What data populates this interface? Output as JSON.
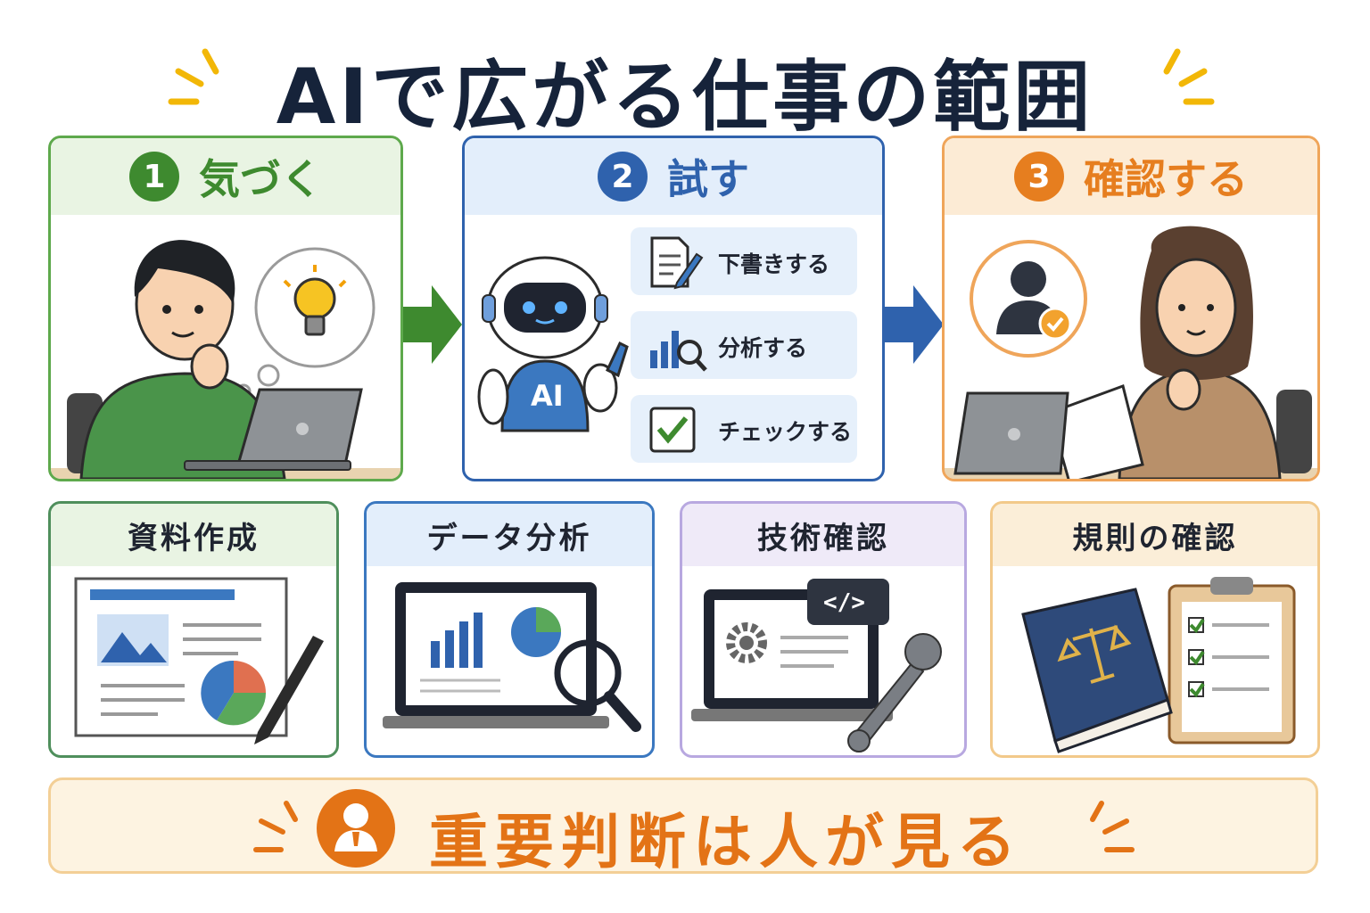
{
  "title": "AIで広がる仕事の範囲",
  "steps": [
    {
      "number": "1",
      "label": "気づく",
      "color": "#3e8a2f",
      "head_bg": "#e9f4e3"
    },
    {
      "number": "2",
      "label": "試す",
      "color": "#2f62ad",
      "head_bg": "#e3eefb",
      "tasks": [
        "下書きする",
        "分析する",
        "チェックする"
      ],
      "robot_badge": "AI"
    },
    {
      "number": "3",
      "label": "確認する",
      "color": "#e67e1f",
      "head_bg": "#fcebd5"
    }
  ],
  "cards": [
    {
      "label": "資料作成",
      "color": "#4f8f5c"
    },
    {
      "label": "データ分析",
      "color": "#3b78c0"
    },
    {
      "label": "技術確認",
      "color": "#8f7ac4"
    },
    {
      "label": "規則の確認",
      "color": "#e8a54a"
    }
  ],
  "code_tag": "</>",
  "bottom": {
    "text": "重要判断は人が見る",
    "color": "#e37316"
  },
  "colors": {
    "title": "#16233a",
    "spark": "#f2b707",
    "arrow_green": "#3e8a2f",
    "arrow_blue": "#2f62ad"
  }
}
